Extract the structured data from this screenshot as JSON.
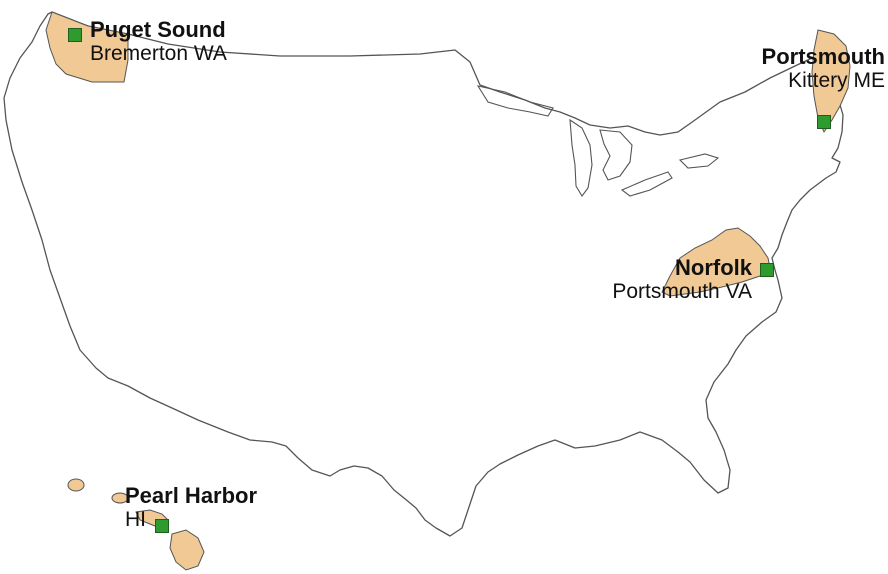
{
  "colors": {
    "state_fill": "#f0c995",
    "outline": "#555555",
    "marker": "#2e9b2e",
    "background": "#ffffff"
  },
  "shipyards": [
    {
      "name": "Puget Sound",
      "location": "Bremerton WA"
    },
    {
      "name": "Portsmouth",
      "location": "Kittery ME"
    },
    {
      "name": "Norfolk",
      "location": "Portsmouth VA"
    },
    {
      "name": "Pearl Harbor",
      "location": "HI"
    }
  ]
}
